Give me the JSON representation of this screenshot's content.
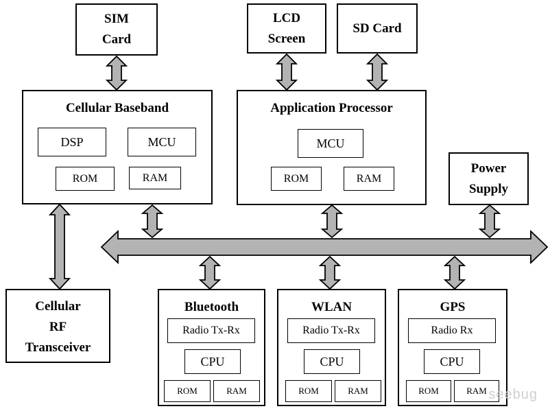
{
  "sim_card": {
    "line1": "SIM",
    "line2": "Card"
  },
  "lcd_screen": {
    "line1": "LCD",
    "line2": "Screen"
  },
  "sd_card": {
    "label": "SD Card"
  },
  "cellular_baseband": {
    "title": "Cellular Baseband",
    "dsp": "DSP",
    "mcu": "MCU",
    "rom": "ROM",
    "ram": "RAM"
  },
  "application_processor": {
    "title": "Application Processor",
    "mcu": "MCU",
    "rom": "ROM",
    "ram": "RAM"
  },
  "power_supply": {
    "line1": "Power",
    "line2": "Supply"
  },
  "cellular_rf": {
    "line1": "Cellular",
    "line2": "RF",
    "line3": "Transceiver"
  },
  "bluetooth": {
    "title": "Bluetooth",
    "radio": "Radio Tx-Rx",
    "cpu": "CPU",
    "rom": "ROM",
    "ram": "RAM"
  },
  "wlan": {
    "title": "WLAN",
    "radio": "Radio Tx-Rx",
    "cpu": "CPU",
    "rom": "ROM",
    "ram": "RAM"
  },
  "gps": {
    "title": "GPS",
    "radio": "Radio Rx",
    "cpu": "CPU",
    "rom": "ROM",
    "ram": "RAM"
  },
  "watermark": "seebug",
  "colors": {
    "arrow_fill": "#b3b3b3",
    "stroke": "#000000"
  }
}
